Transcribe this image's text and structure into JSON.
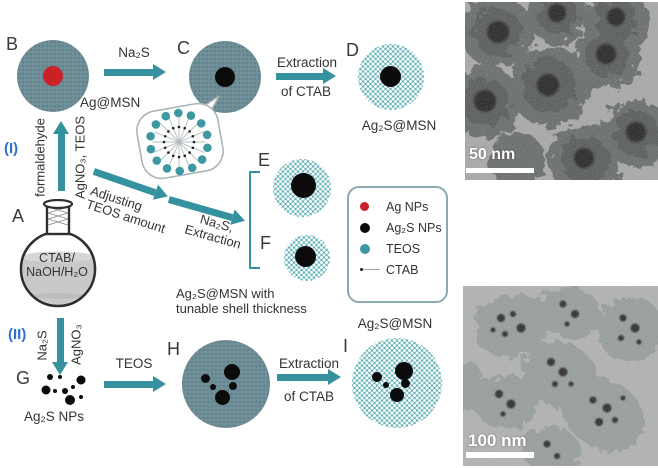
{
  "figure": {
    "description": "Synthesis scheme of Ag2S@MSN nanoparticles with TEM micrographs",
    "palette": {
      "arrow_teal": "#35919e",
      "solid_shell_slate": "#70909a",
      "mesoporous_teal": "#5fb2b9",
      "ag_red": "#c92127",
      "ag2s_black": "#0b0b0b",
      "route_blue": "#2e6fd0",
      "legend_border": "#8ba9b1"
    }
  },
  "scheme": {
    "steps": {
      "a": "A",
      "b": "B",
      "c": "C",
      "d": "D",
      "e": "E",
      "f": "F",
      "g": "G",
      "h": "H",
      "i": "I"
    },
    "routes": {
      "r1": "(I)",
      "r2": "(II)"
    },
    "arrows": {
      "b_to_c": "Na₂S",
      "c_to_d_line1": "Extraction",
      "c_to_d_line2": "of CTAB",
      "vert1_left": "formaldehyde",
      "vert1_right": "AgNO₃, TEOS",
      "diag1_line1": "Adjusting",
      "diag1_line2": "TEOS amount",
      "diag2_line1": "Na₂S,",
      "diag2_line2": "Extraction",
      "vert2_left": "Na₂S",
      "vert2_right": "AgNO₃",
      "g_to_h": "TEOS",
      "h_to_i_line1": "Extraction",
      "h_to_i_line2": "of CTAB"
    },
    "captions": {
      "b": "Ag@MSN",
      "d": "Ag₂S@MSN",
      "g": "Ag₂S NPs",
      "i": "Ag₂S@MSN",
      "tunable_line1": "Ag₂S@MSN with",
      "tunable_line2": "tunable shell thickness",
      "flask_line1": "CTAB/",
      "flask_line2": "NaOH/H₂O"
    },
    "legend": {
      "items": [
        {
          "swatch": "red-dot",
          "label": "Ag NPs"
        },
        {
          "swatch": "black-dot",
          "label": "Ag₂S NPs"
        },
        {
          "swatch": "teal-dot",
          "label": "TEOS"
        },
        {
          "swatch": "line-dot",
          "label": "CTAB"
        }
      ]
    }
  },
  "micrographs": {
    "top": {
      "scale_label": "50 nm"
    },
    "bottom": {
      "scale_label": "100 nm"
    }
  }
}
